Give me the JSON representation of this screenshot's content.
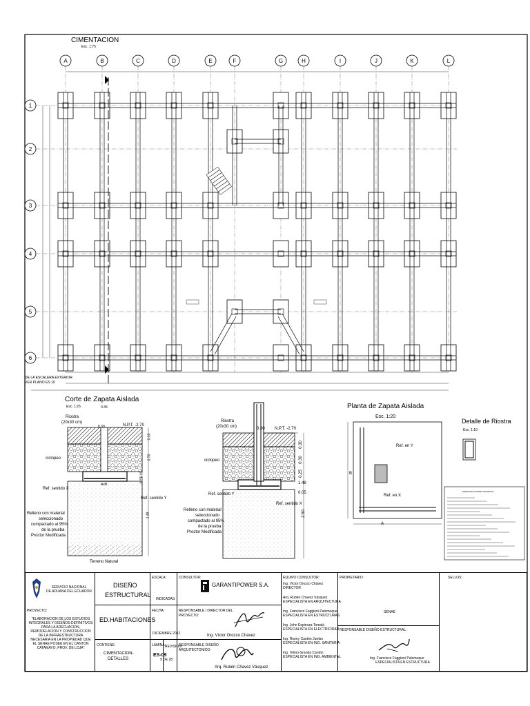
{
  "plan": {
    "title": "CIMENTACION",
    "scale": "Esc. 1:75",
    "axes": [
      "A",
      "B",
      "C",
      "D",
      "E",
      "F",
      "G",
      "H",
      "I",
      "J",
      "K",
      "L"
    ],
    "rows": [
      "1",
      "2",
      "3",
      "4",
      "5",
      "6"
    ],
    "stair_note": [
      "DE LA ESCALERA EXTERIOR",
      "VER PLANO ES 10"
    ]
  },
  "corte": {
    "title": "Corte de Zapata Aislada",
    "scale": "Esc. 1:25",
    "riostra": [
      "Riostra",
      "(20x30 cm)"
    ],
    "npt": "N.P.T. -2.70",
    "ciclopeo": "ciclopeo",
    "ref_x": "Ref. sentido X",
    "ref_y": "Ref. sentido Y",
    "relleno": [
      "Relleno con material",
      "seleccionado",
      "compactado al 95%",
      "de la prueba",
      "Proctor Modificada"
    ],
    "terreno": "Terreno Natural",
    "dim_a": "AxB",
    "dims": [
      "0.35",
      "0.30",
      "0.30",
      "0.70",
      "1.48",
      "0.05",
      "0.25"
    ]
  },
  "corte2": {
    "riostra": [
      "Riostra",
      "(20x30 cm)"
    ],
    "npt": "N.P.T. -2.70",
    "ciclopeo": "ciclopeo",
    "ref_x": "Ref. sentido X",
    "ref_y": "Ref. sentido Y",
    "relleno": [
      "Relleno con material",
      "seleccionado",
      "compactado al 95%",
      "de la prueba",
      "Proctor Modificada"
    ],
    "dims": [
      "0.30",
      "0.30",
      "0.30",
      "0.25",
      "0.05",
      "1.48",
      "2.50"
    ]
  },
  "planta": {
    "title": "Planta de Zapata  Aislada",
    "scale": "Esc. 1:20",
    "ref_y": "Ref. en Y",
    "ref_x": "Ref. en X",
    "dim_a": "A",
    "dim_b": "B"
  },
  "riostra": {
    "title": "Detalle de Riostra",
    "scale": "Esc. 1:10"
  },
  "specs": {
    "title": "ESPECIFICACIONES TECNICAS"
  },
  "titleblock": {
    "institution": [
      "SERVICIO NACIONAL",
      "DE ADUANA DEL ECUADOR"
    ],
    "proyecto_label": "PROYECTO:",
    "proyecto_text": "\"ELABORACION DE LOS ESTUDIOS INTEGRALES Y DISEÑOS DEFINITIVOS PARA LA ADECUACION, REMODELACION Y CONSTRUCCION DE LA INFRAESTRUCTURA NECESARIA EN LA PROPIEDAD QUE EL SENAE POSEE EN EL CANTON CATAMAYO, PROV. DE LOJA\"",
    "discipline": [
      "DISEÑO",
      "ESTRUCTURAL"
    ],
    "building": "ED.HABITACIONES",
    "contiene_label": "CONTIENE:",
    "contiene": [
      "CIMENTACION-",
      "DETALLES"
    ],
    "escala_label": "ESCALA:",
    "escala": "INDICADAS",
    "fecha_label": "FECHA:",
    "fecha": "DICIEMBRE 2012",
    "lamina_label": "LAMINA:",
    "lamina": "ES-09",
    "revision_label": "REVISION:",
    "hoja": "9 DE 28",
    "consultor_label": "CONSULTOR:",
    "consultor": "GARANTIPOWER S.A.",
    "responsable_label": [
      "RESPONSABLE / DIRECTOR DEL",
      "PROYECTO:"
    ],
    "responsable": "Ing. Victor Orozco Chávez",
    "disenio_arq_label": [
      "RESPONSABLE DISEÑO",
      "ARQUITECTONICO:"
    ],
    "disenio_arq": "Arq. Rubén Chavez Vásquez",
    "equipo_label": "EQUIPO CONSULTOR:",
    "equipo": [
      [
        "Ing. Victor Orozco Chávez",
        "DIRECTOR"
      ],
      [
        "Arq. Rubén Chávez Vásquez",
        "ESPECIALISTA EN ARQUITECTURA"
      ],
      [
        "Ing. Francisco Faggioni Palomeque",
        "ESPECIALISTA EN ESTRUCTURAS"
      ],
      [
        "Ing. John Espinoza Tomalá",
        "ESPECIALISTA EN ELECTRICIDAD"
      ],
      [
        "Ing. Ronny Cantón Jumbo",
        "ESPECIALISTA EN ING. SANITARIA"
      ],
      [
        "Ing. Telmo Granda Cantón",
        "ESPECIALISTA EN ING. AMBIENTAL"
      ]
    ],
    "propietario_label": "PROPIETARIO :",
    "propietario": "SENAE",
    "resp_estructural_label": "RESPONSABLE DISEÑO ESTRUCTURAL:",
    "resp_estructural": [
      "Ing. Francisco Faggioni Palomeque",
      "ESPECIALISTA EN ESTRUCTURA"
    ],
    "sellos_label": "SELLOS:"
  }
}
